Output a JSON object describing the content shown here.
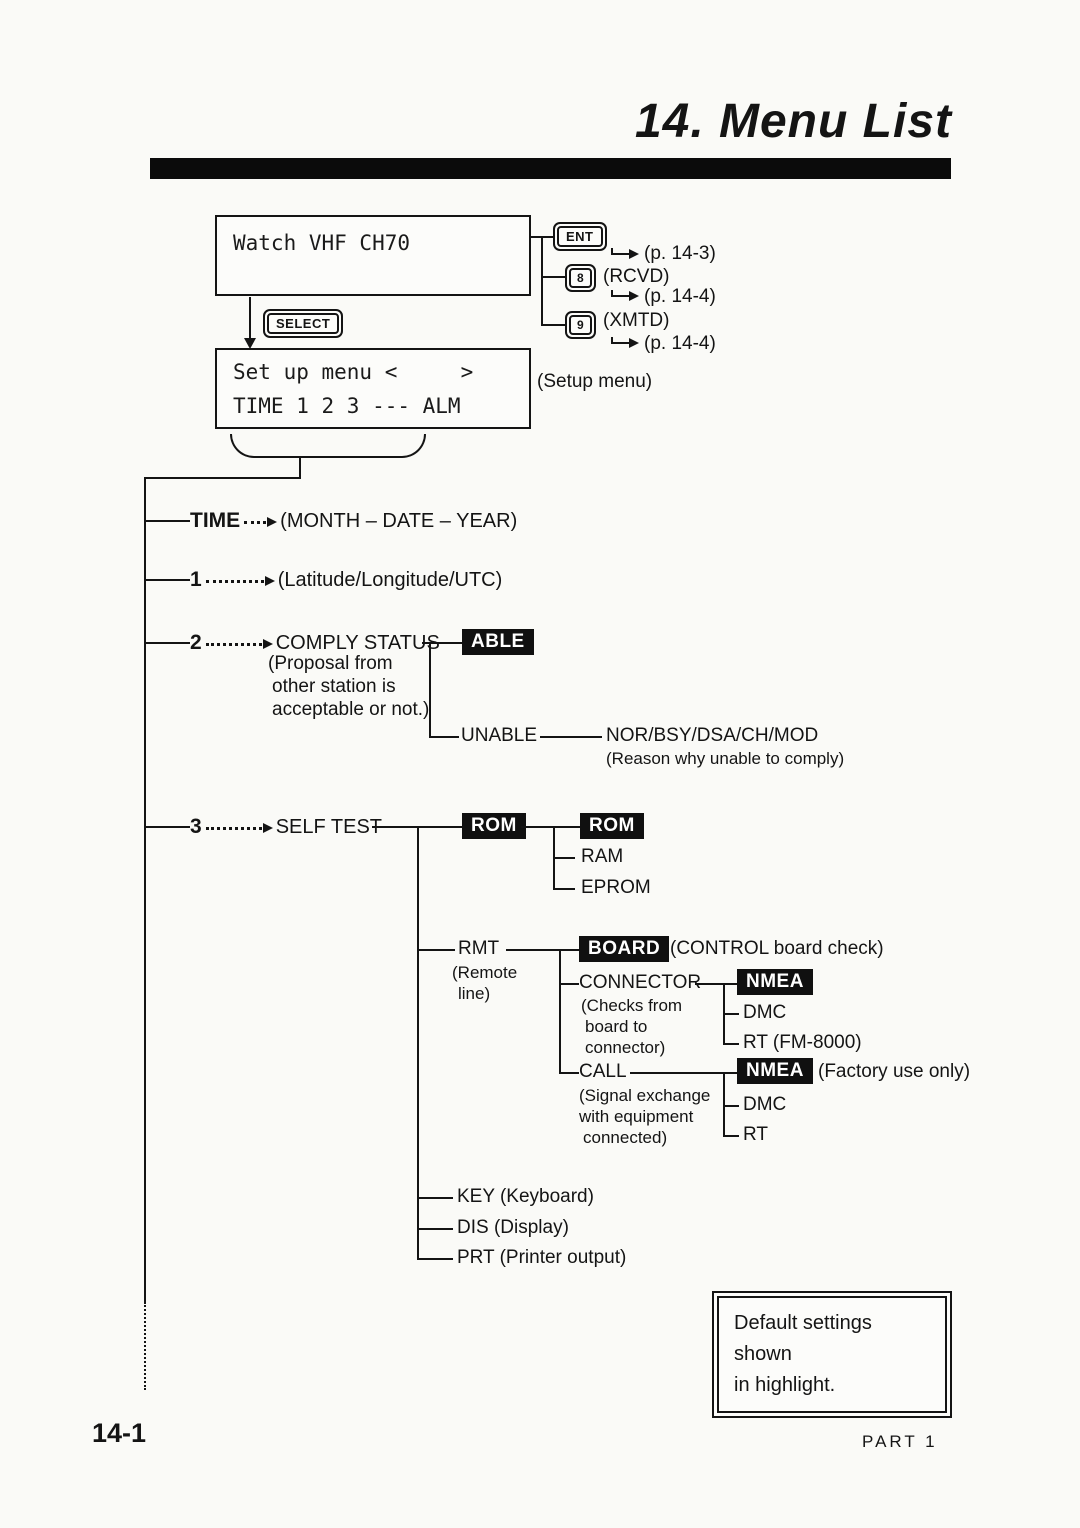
{
  "colors": {
    "paper": "#fafaf7",
    "ink": "#141414",
    "highlight_bg": "#101010",
    "highlight_text": "#ffffff"
  },
  "header": {
    "title": "14. Menu List"
  },
  "display_top": {
    "line1": "Watch VHF CH70"
  },
  "keys": {
    "ent": {
      "label": "ENT",
      "page_ref": "(p. 14-3)"
    },
    "key8": {
      "label": "8",
      "caption": "(RCVD)",
      "page_ref": "(p. 14-4)"
    },
    "key9": {
      "label": "9",
      "caption": "(XMTD)",
      "page_ref": "(p. 14-4)"
    },
    "select": {
      "label": "SELECT"
    }
  },
  "display_setup": {
    "line1": "Set up menu <     >",
    "line2": "TIME 1 2 3 --- ALM",
    "caption": "(Setup menu)"
  },
  "tree": {
    "time": {
      "label": "TIME",
      "target": "(MONTH – DATE – YEAR)"
    },
    "one": {
      "label": "1",
      "target": "(Latitude/Longitude/UTC)"
    },
    "two": {
      "label": "2",
      "target": "COMPLY STATUS",
      "note_lines": [
        "(Proposal from",
        "other station is",
        "acceptable or not.)"
      ],
      "able": "ABLE",
      "unable": "UNABLE",
      "unable_target": "NOR/BSY/DSA/CH/MOD",
      "unable_note": "(Reason why unable to comply)"
    },
    "three": {
      "label": "3",
      "target": "SELF TEST",
      "rom": "ROM",
      "rom_sub": "ROM",
      "ram": "RAM",
      "eprom": "EPROM",
      "rmt": "RMT",
      "rmt_note_lines": [
        "(Remote",
        "line)"
      ],
      "board": "BOARD",
      "board_note": "(CONTROL board check)",
      "connector": "CONNECTOR",
      "connector_note_lines": [
        "(Checks from",
        "board to",
        "connector)"
      ],
      "connector_nmea": "NMEA",
      "connector_dmc": "DMC",
      "connector_rt": "RT (FM-8000)",
      "call": "CALL",
      "call_note_lines": [
        "(Signal exchange",
        "with equipment",
        "connected)"
      ],
      "call_nmea": "NMEA",
      "call_nmea_note": "(Factory use only)",
      "call_dmc": "DMC",
      "call_rt": "RT",
      "key": "KEY (Keyboard)",
      "dis": "DIS (Display)",
      "prt": "PRT (Printer output)"
    }
  },
  "note_box": {
    "lines": [
      "Default settings shown",
      "in highlight."
    ]
  },
  "footer": {
    "page_number": "14-1",
    "part": "PART 1"
  }
}
